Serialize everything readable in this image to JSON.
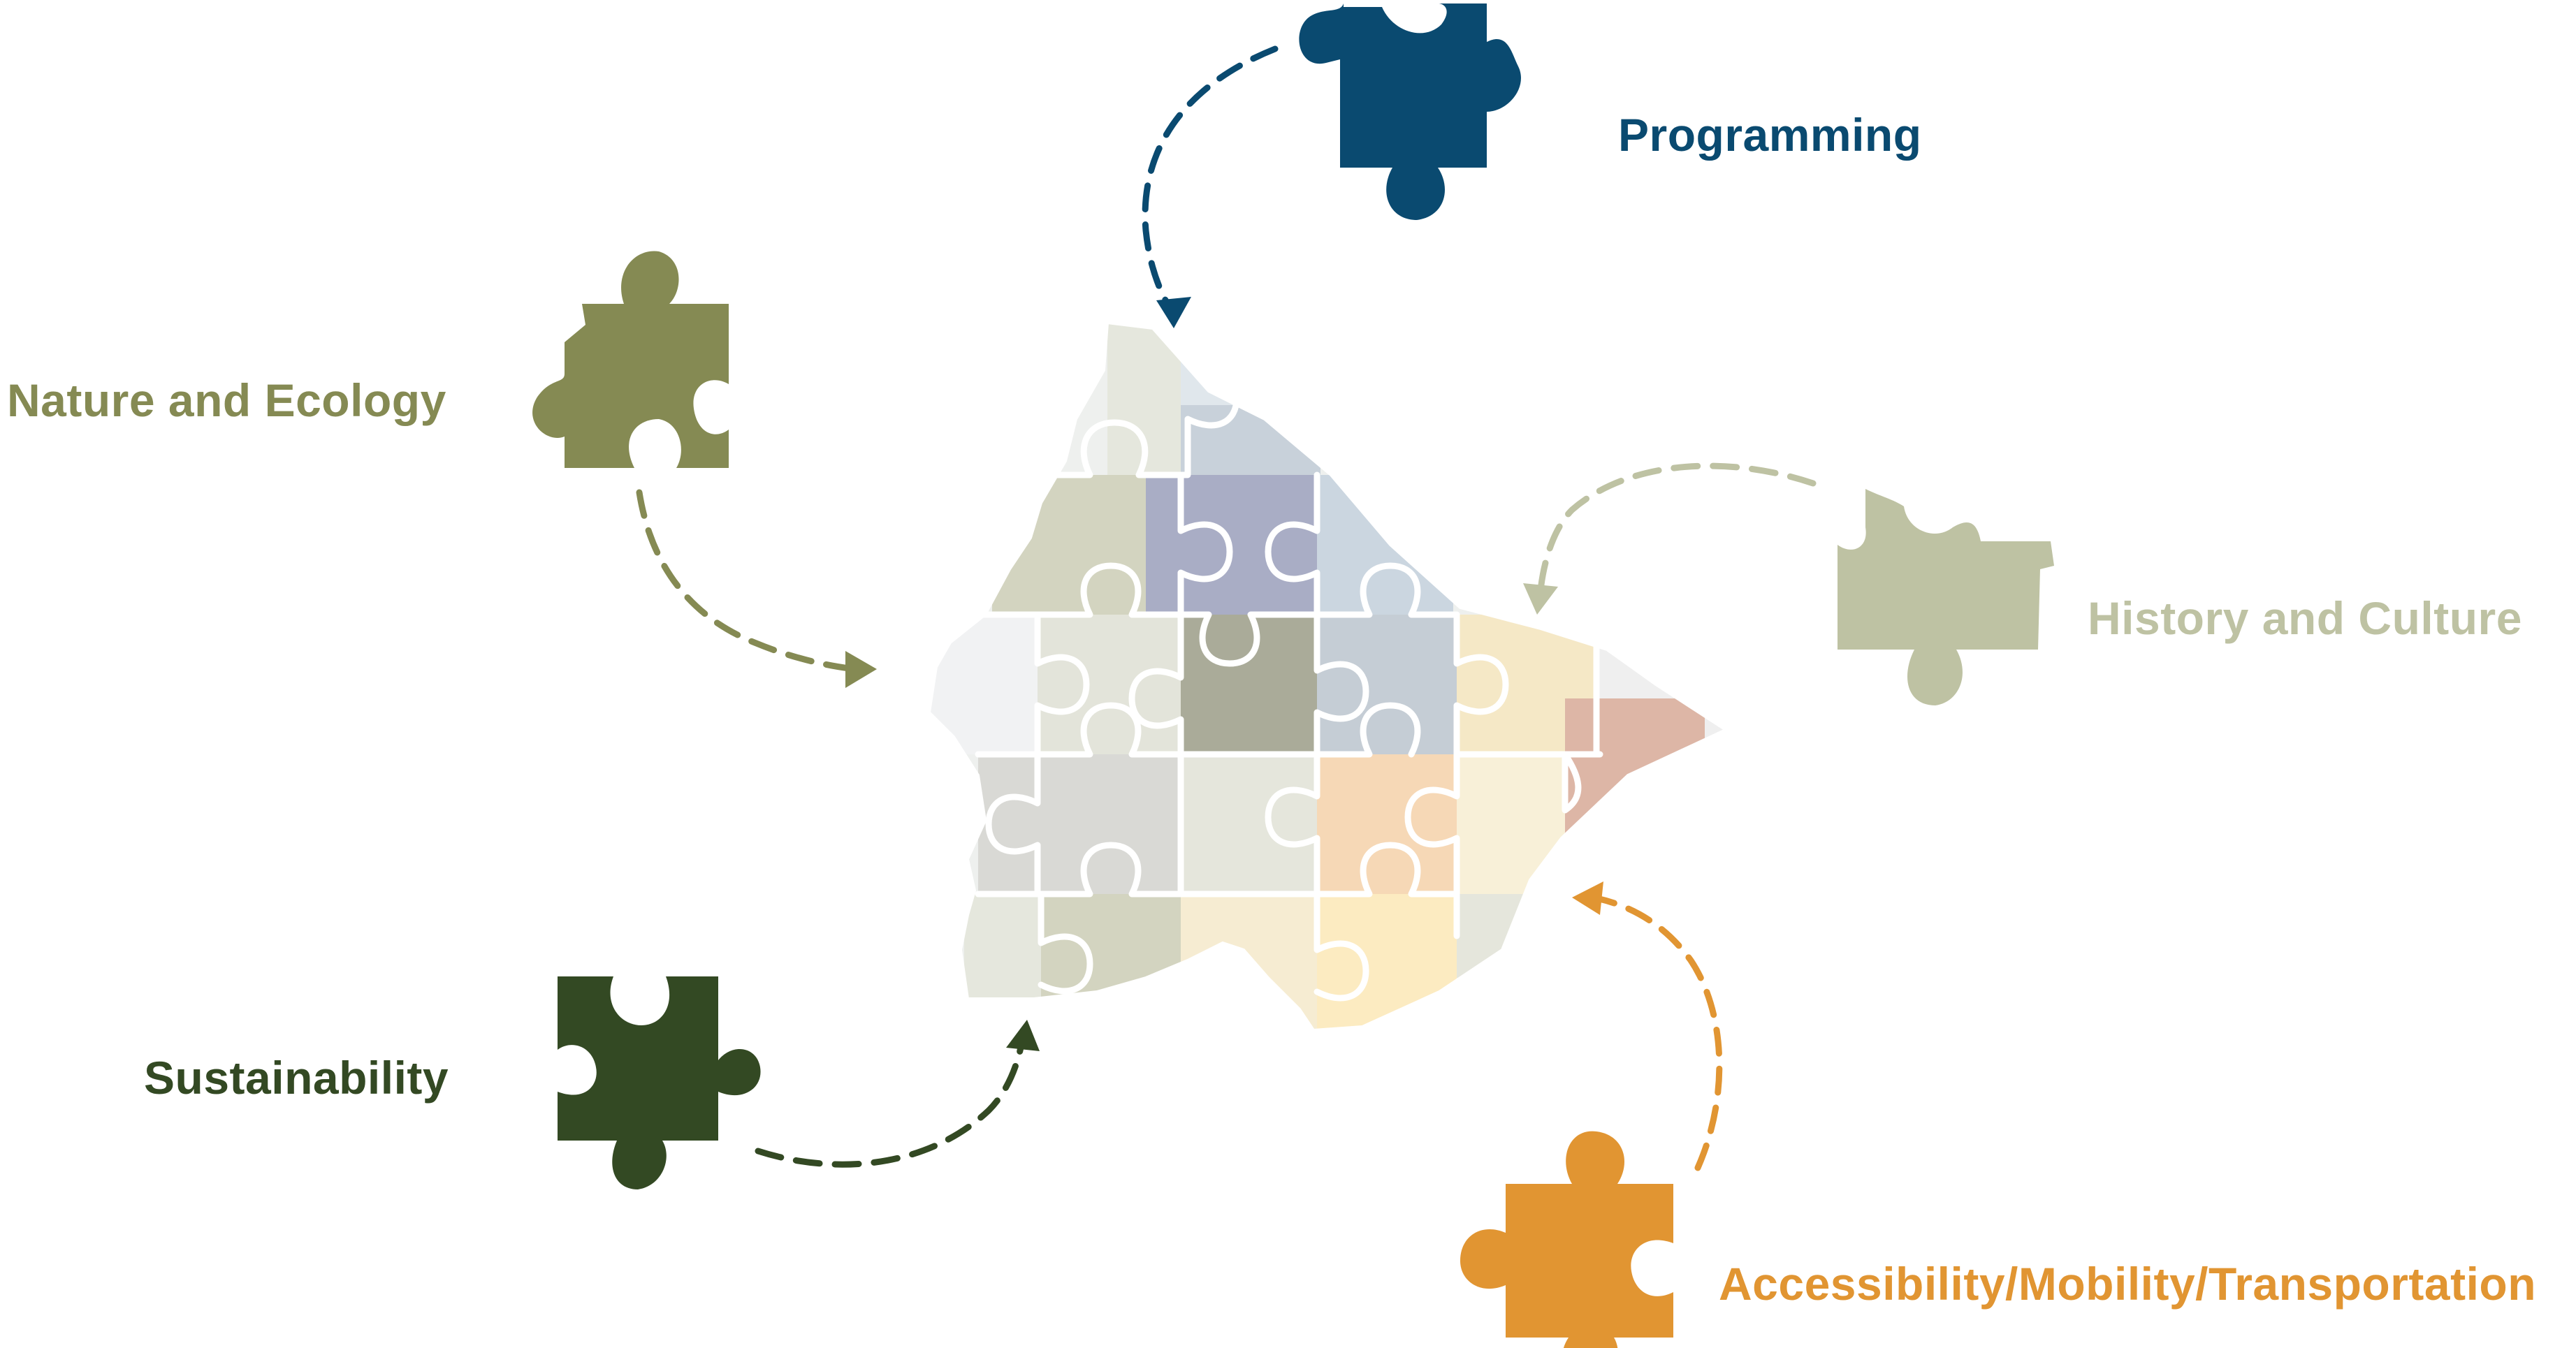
{
  "topics": [
    {
      "id": "programming",
      "label": "Programming",
      "color": "#0a4a70",
      "icon": "puzzle-piece-icon"
    },
    {
      "id": "nature",
      "label": "Nature and Ecology",
      "color": "#858a53",
      "icon": "puzzle-piece-icon"
    },
    {
      "id": "history",
      "label": "History and Culture",
      "color": "#bec2a3",
      "icon": "puzzle-piece-icon"
    },
    {
      "id": "sustainability",
      "label": "Sustainability",
      "color": "#334923",
      "icon": "puzzle-piece-icon"
    },
    {
      "id": "access",
      "label": "Accessibility/Mobility/Transportation",
      "color": "#e19532",
      "icon": "puzzle-piece-icon"
    }
  ],
  "map": {
    "icon": "puzzle-map-icon",
    "tile_colors": [
      "#d3d4c0",
      "#a9adc5",
      "#cbd6e0",
      "#c5cdd5",
      "#e3e4da",
      "#ecedf0",
      "#aaab99",
      "#f5e8c6",
      "#d9d9d5",
      "#e5e6dc",
      "#f6d8b6",
      "#f8f0d8",
      "#ddb6a6",
      "#fcebc1",
      "#e5e7dd",
      "#f1f2f3"
    ]
  }
}
